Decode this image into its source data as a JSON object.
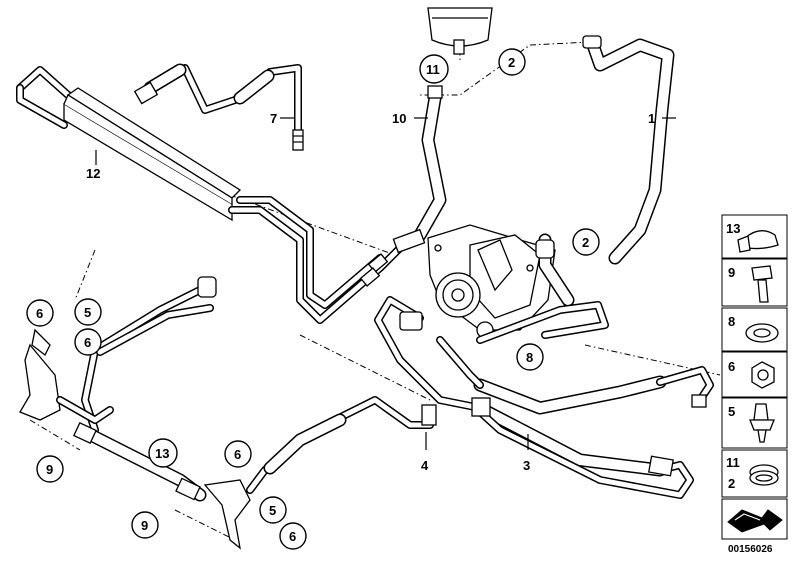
{
  "diagram": {
    "doc_number": "00156026",
    "labels": {
      "l1": "1",
      "l2a": "2",
      "l2b": "2",
      "l3": "3",
      "l4": "4",
      "l5a": "5",
      "l5b": "5",
      "l6a": "6",
      "l6b": "6",
      "l6c": "6",
      "l6d": "6",
      "l7": "7",
      "l8": "8",
      "l9a": "9",
      "l9b": "9",
      "l10": "10",
      "l11": "11",
      "l12": "12",
      "l13": "13"
    },
    "legend": [
      {
        "num": "13",
        "icon": "hose-clamp-icon"
      },
      {
        "num": "9",
        "icon": "bolt-icon"
      },
      {
        "num": "8",
        "icon": "sealing-ring-icon"
      },
      {
        "num": "6",
        "icon": "hex-nut-icon"
      },
      {
        "num": "5",
        "icon": "clip-icon"
      },
      {
        "num": "11",
        "icon": "spring-clamp-icon"
      },
      {
        "num": "2",
        "icon": "spring-clamp-icon"
      },
      {
        "num": "",
        "icon": "arrow-icon"
      }
    ]
  }
}
